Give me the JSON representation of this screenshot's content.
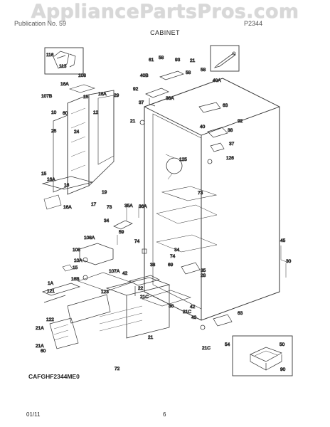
{
  "watermark": "AppliancePartsPros.com",
  "subtitle": {
    "left": "Publication No. 59",
    "right": "P2344"
  },
  "header": "CABINET",
  "model_code": "CAFGHF2344ME0",
  "footer": {
    "date": "01/11",
    "page": "6"
  },
  "part_labels": [
    "116",
    "113",
    "108",
    "16A",
    "16A",
    "107B",
    "15",
    "29",
    "10",
    "60",
    "12",
    "25",
    "24",
    "15",
    "16A",
    "16",
    "19",
    "16A",
    "17",
    "73",
    "35A",
    "36A",
    "34",
    "59",
    "108A",
    "74",
    "108",
    "10A",
    "15",
    "16B",
    "107A",
    "42",
    "1A",
    "121",
    "123",
    "122",
    "21A",
    "21A",
    "60",
    "72",
    "21",
    "61",
    "58",
    "93",
    "40B",
    "58",
    "21",
    "58",
    "40A",
    "92",
    "38A",
    "37",
    "21",
    "63",
    "40",
    "92",
    "38",
    "37",
    "126",
    "125",
    "73",
    "34",
    "74",
    "69",
    "45",
    "30",
    "38",
    "35",
    "28",
    "22",
    "21C",
    "30",
    "42",
    "21C",
    "43",
    "63",
    "21C",
    "54",
    "50",
    "90"
  ]
}
